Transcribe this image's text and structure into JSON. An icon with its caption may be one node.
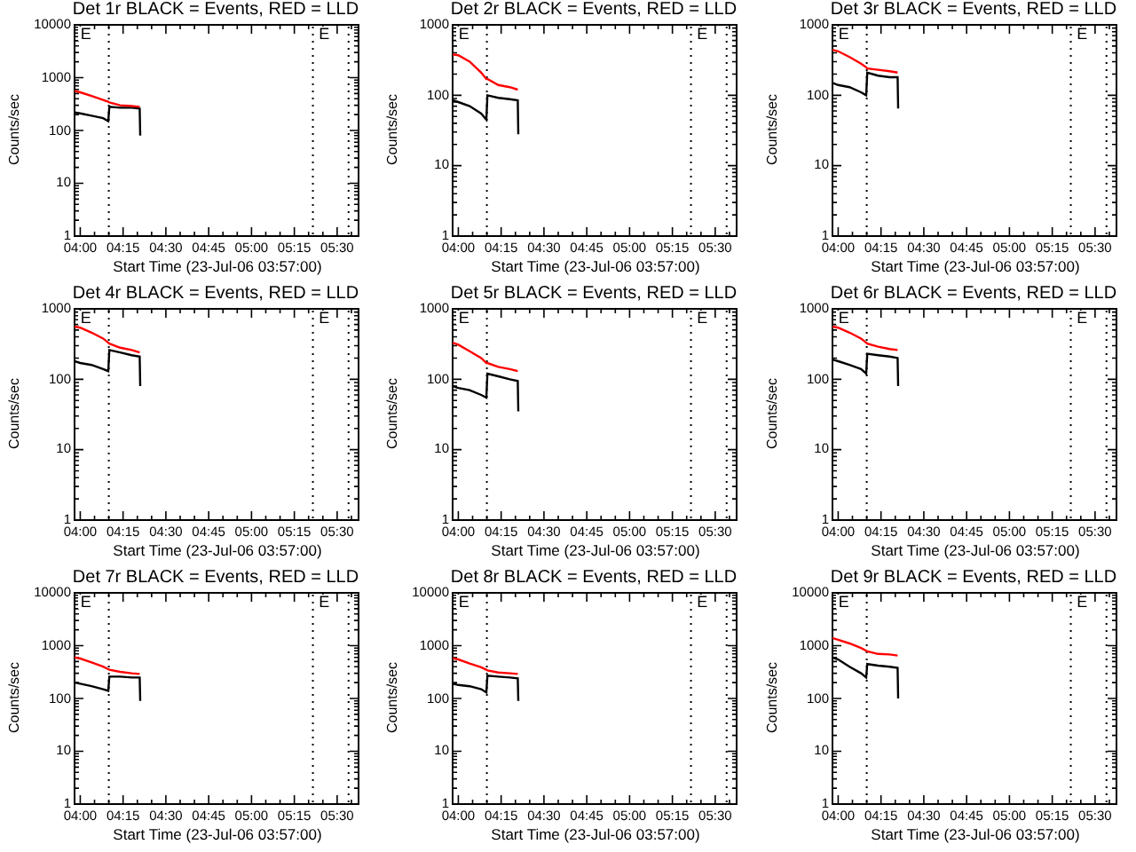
{
  "diagram": {
    "labels": [
      "Det 1r BLACK = Events, RED = LLD",
      "10000",
      "1000",
      "100",
      "10",
      "1",
      "E",
      "E",
      "Counts/sec",
      "04:00",
      "04:15",
      "04:30",
      "04:45",
      "05:00",
      "05:15",
      "05:30",
      "Start Time (23-Jul-06 03:57:00)",
      "Det 2r BLACK = Events, RED = LLD",
      "1000",
      "100",
      "10",
      "1",
      "E",
      "E",
      "Counts/sec",
      "04:00",
      "04:15",
      "04:30",
      "04:45",
      "05:00",
      "05:15",
      "05:30",
      "Start Time (23-Jul-06 03:57:00)",
      "Det 3r BLACK = Events, RED = LLD",
      "1000",
      "100",
      "10",
      "1",
      "E",
      "E",
      "Counts/sec",
      "04:00",
      "04:15",
      "04:30",
      "04:45",
      "05:00",
      "05:15",
      "05:30",
      "Start Time (23-Jul-06 03:57:00)",
      "Det 4r BLACK = Events, RED = LLD",
      "1000",
      "100",
      "10",
      "1",
      "E",
      "E",
      "Counts/sec",
      "04:00",
      "04:15",
      "04:30",
      "04:45",
      "05:00",
      "05:15",
      "05:30",
      "Start Time (23-Jul-06 03:57:00)",
      "Det 5r BLACK = Events, RED = LLD",
      "1000",
      "100",
      "10",
      "1",
      "E",
      "E",
      "Counts/sec",
      "04:00",
      "04:15",
      "04:30",
      "04:45",
      "05:00",
      "05:15",
      "05:30",
      "Start Time (23-Jul-06 03:57:00)",
      "Det 6r BLACK = Events, RED = LLD",
      "1000",
      "100",
      "10",
      "1",
      "E",
      "E",
      "Counts/sec",
      "04:00",
      "04:15",
      "04:30",
      "04:45",
      "05:00",
      "05:15",
      "05:30",
      "Start Time (23-Jul-06 03:57:00)",
      "Det 7r BLACK = Events, RED = LLD",
      "10000",
      "1000",
      "100",
      "10",
      "1",
      "E",
      "E",
      "Counts/sec",
      "04:00",
      "04:15",
      "04:30",
      "04:45",
      "05:00",
      "05:15",
      "05:30",
      "Start Time (23-Jul-06 03:57:00)",
      "Det 8r BLACK = Events, RED = LLD",
      "10000",
      "1000",
      "100",
      "10",
      "1",
      "E",
      "E",
      "Counts/sec",
      "04:00",
      "04:15",
      "04:30",
      "04:45",
      "05:00",
      "05:15",
      "05:30",
      "Start Time (23-Jul-06 03:57:00)",
      "Det 9r BLACK = Events, RED = LLD",
      "10000",
      "1000",
      "100",
      "10",
      "1",
      "E",
      "E",
      "Counts/sec",
      "04:00",
      "04:15",
      "04:30",
      "04:45",
      "05:00",
      "05:15",
      "05:30",
      "Start Time (23-Jul-06 03:57:00)"
    ]
  }
}
